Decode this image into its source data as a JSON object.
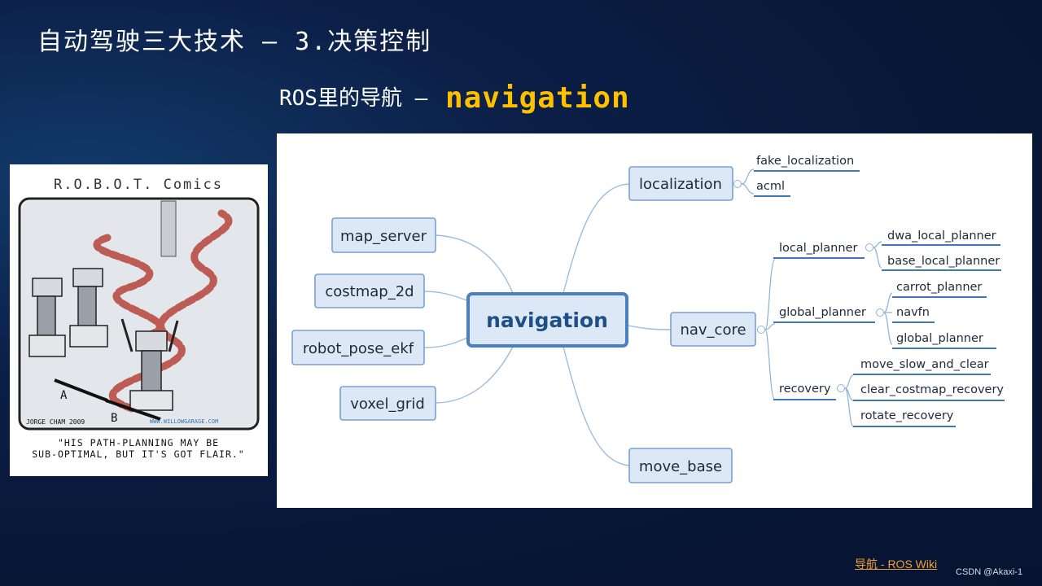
{
  "slide": {
    "title": "自动驾驶三大技术 — 3.决策控制",
    "subtitle_prefix": "ROS里的导航 —",
    "subtitle_accent": "navigation"
  },
  "comic": {
    "header": "R.O.B.O.T. Comics",
    "signature": "JORGE CHAM 2009",
    "site": "WWW.WILLOWGARAGE.COM",
    "label_a": "A",
    "label_b": "B",
    "caption_line1": "\"HIS PATH-PLANNING MAY BE",
    "caption_line2": "SUB-OPTIMAL, BUT IT'S GOT FLAIR.\""
  },
  "mindmap": {
    "center": "navigation",
    "left_nodes": [
      "map_server",
      "costmap_2d",
      "robot_pose_ekf",
      "voxel_grid"
    ],
    "localization": {
      "label": "localization",
      "children": [
        "fake_localization",
        "acml"
      ]
    },
    "nav_core": {
      "label": "nav_core",
      "local_planner": {
        "label": "local_planner",
        "children": [
          "dwa_local_planner",
          "base_local_planner"
        ]
      },
      "global_planner": {
        "label": "global_planner",
        "children": [
          "carrot_planner",
          "navfn",
          "global_planner"
        ]
      },
      "recovery": {
        "label": "recovery",
        "children": [
          "move_slow_and_clear",
          "clear_costmap_recovery",
          "rotate_recovery"
        ]
      }
    },
    "move_base": {
      "label": "move_base"
    }
  },
  "footer": {
    "link_text": "导航 - ROS Wiki",
    "credit": "CSDN @Akaxi-1"
  },
  "colors": {
    "background": "#0b1e46",
    "accent": "#ffc000",
    "node_fill": "#dde8f6",
    "node_stroke": "#7aa0cf",
    "center_stroke": "#4a7fc1",
    "link": "#f0a030"
  }
}
